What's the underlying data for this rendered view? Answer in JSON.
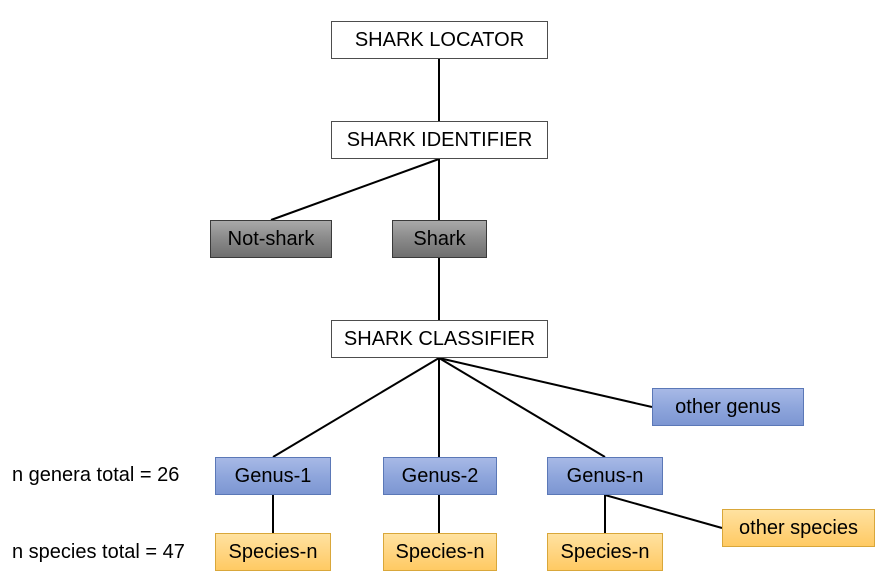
{
  "nodes": {
    "shark_locator": "SHARK LOCATOR",
    "shark_identifier": "SHARK IDENTIFIER",
    "not_shark": "Not-shark",
    "shark": "Shark",
    "shark_classifier": "SHARK CLASSIFIER",
    "other_genus": "other genus",
    "genus_1": "Genus-1",
    "genus_2": "Genus-2",
    "genus_n": "Genus-n",
    "other_species": "other species",
    "species_1": "Species-n",
    "species_2": "Species-n",
    "species_3": "Species-n"
  },
  "labels": {
    "genera_total": "n genera total = 26",
    "species_total": "n species total = 47"
  },
  "colors": {
    "white_box": "#ffffff",
    "gray_box": "#8c8c8c",
    "blue_box": "#8fa6dc",
    "yellow_box": "#ffd47f",
    "connector": "#000000"
  }
}
